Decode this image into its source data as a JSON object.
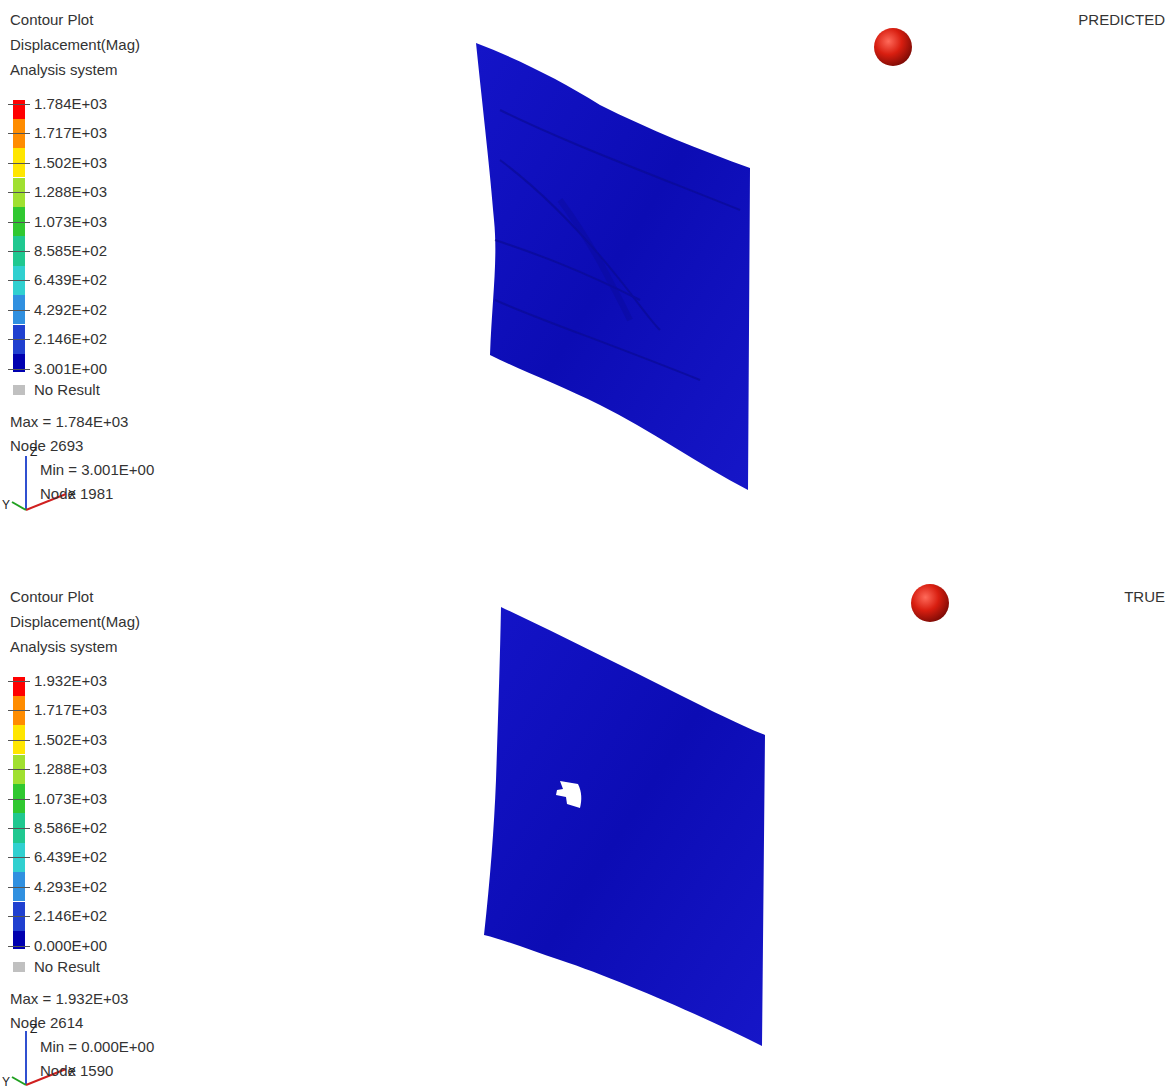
{
  "diagram": {
    "labels": [
      "Contour Plot",
      "Displacement(Mag)",
      "Analysis system",
      "Max = 1.784E+03",
      "Node 2693",
      "Min = 3.001E+00",
      "Node 1981",
      "Z",
      "Y",
      "X",
      "PREDICTED",
      "Contour Plot",
      "Displacement(Mag)",
      "Analysis system",
      "Max = 1.932E+03",
      "Node 2614",
      "Min = 0.000E+00",
      "Node 1590",
      "Z",
      "Y",
      "X",
      "TRUE"
    ],
    "legend": [
      {
        "text": "1.784E+03",
        "color": "#ff0000"
      },
      {
        "text": "1.717E+03",
        "color": "#ff8c00"
      },
      {
        "text": "1.502E+03",
        "color": "#ffe600"
      },
      {
        "text": "1.288E+03",
        "color": "#a0e030"
      },
      {
        "text": "1.073E+03",
        "color": "#30c830"
      },
      {
        "text": "8.585E+02",
        "color": "#20c890"
      },
      {
        "text": "6.439E+02",
        "color": "#30d0d0"
      },
      {
        "text": "4.292E+02",
        "color": "#3090e0"
      },
      {
        "text": "2.146E+02",
        "color": "#2040d0"
      },
      {
        "text": "3.001E+00",
        "color": "#0000b0"
      },
      {
        "text": "No Result",
        "color": "#c0c0c0"
      },
      {
        "text": "1.932E+03",
        "color": "#ff0000"
      },
      {
        "text": "1.717E+03",
        "color": "#ff8c00"
      },
      {
        "text": "1.502E+03",
        "color": "#ffe600"
      },
      {
        "text": "1.288E+03",
        "color": "#a0e030"
      },
      {
        "text": "1.073E+03",
        "color": "#30c830"
      },
      {
        "text": "8.586E+02",
        "color": "#20c890"
      },
      {
        "text": "6.439E+02",
        "color": "#30d0d0"
      },
      {
        "text": "4.293E+02",
        "color": "#3090e0"
      },
      {
        "text": "2.146E+02",
        "color": "#2040d0"
      },
      {
        "text": "0.000E+00",
        "color": "#0000b0"
      },
      {
        "text": "No Result",
        "color": "#c0c0c0"
      }
    ]
  }
}
